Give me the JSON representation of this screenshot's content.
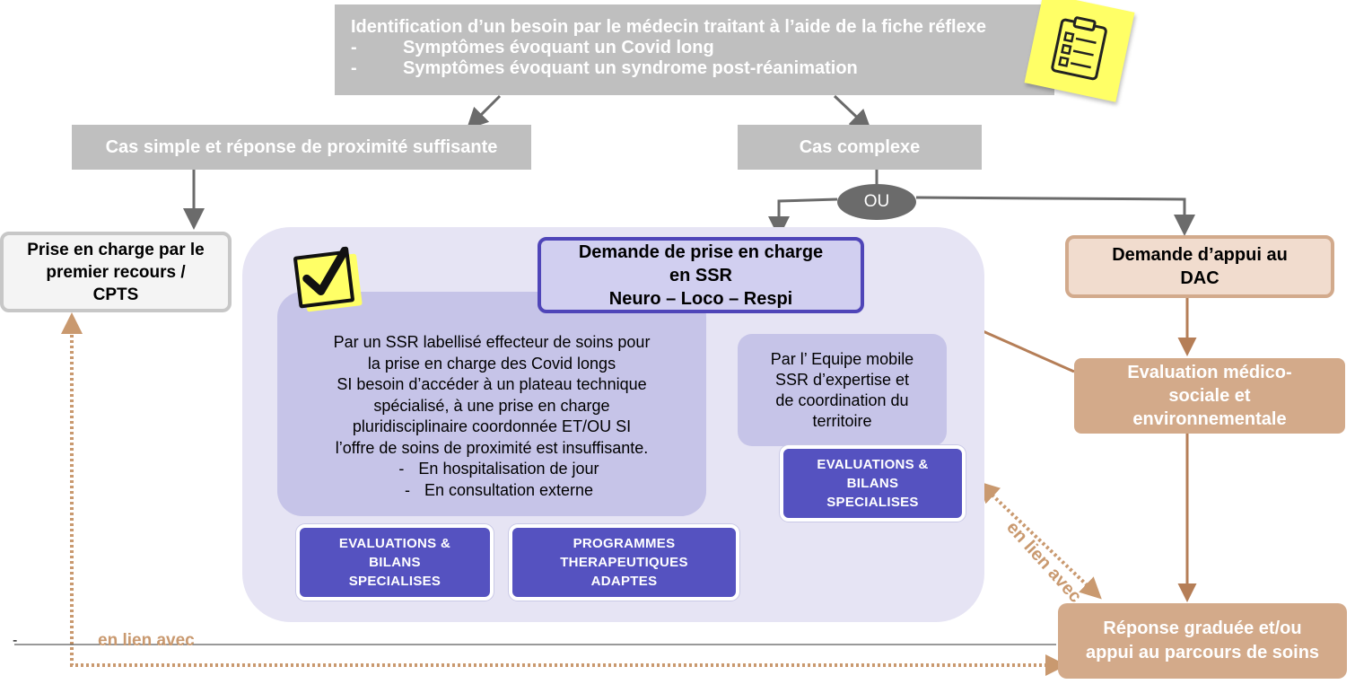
{
  "top": {
    "title": "Identification d’un besoin par le médecin traitant à l’aide de la fiche réflexe",
    "items": [
      "Symptômes évoquant un Covid long",
      "Symptômes évoquant un syndrome post-réanimation"
    ]
  },
  "simple": {
    "label": "Cas simple et réponse de proximité suffisante"
  },
  "complex": {
    "label": "Cas complexe"
  },
  "ou": {
    "label": "OU"
  },
  "prise": {
    "lines": [
      "Prise en charge par le",
      "premier recours /",
      "CPTS"
    ]
  },
  "ssr_request": {
    "lines": [
      "Demande de prise en charge",
      "en SSR",
      "Neuro – Loco – Respi"
    ]
  },
  "ssr_text": {
    "lines": [
      "Par un SSR labellisé effecteur de soins pour",
      "la prise en charge des Covid longs",
      "SI besoin d’accéder à un plateau technique",
      "spécialisé, à une prise en charge",
      "pluridisciplinaire coordonnée ET/OU SI",
      "l’offre de soins de proximité est insuffisante."
    ],
    "items": [
      "En hospitalisation de jour",
      "En consultation externe"
    ]
  },
  "eval_left": {
    "lines": [
      "EVALUATIONS &",
      "BILANS",
      "SPECIALISES"
    ]
  },
  "programmes": {
    "lines": [
      "PROGRAMMES",
      "THERAPEUTIQUES",
      "ADAPTES"
    ]
  },
  "mobile": {
    "lines": [
      "Par l’ Equipe mobile",
      "SSR d’expertise et",
      "de coordination du",
      "territoire"
    ]
  },
  "eval_right": {
    "lines": [
      "EVALUATIONS &",
      "BILANS",
      "SPECIALISES"
    ]
  },
  "dac": {
    "lines": [
      "Demande d’appui au",
      "DAC"
    ]
  },
  "evaluation": {
    "lines": [
      "Evaluation médico-",
      "sociale et",
      "environnementale"
    ]
  },
  "reponse": {
    "lines": [
      "Réponse graduée et/ou",
      "appui au parcours de soins"
    ]
  },
  "links": {
    "left": "en lien avec",
    "right": "en lien avec",
    "stray_dash": "-"
  },
  "colors": {
    "gray": "#bfbfbf",
    "arrow_gray": "#6b6b6b",
    "purple": "#5552c0",
    "purple_border": "#4f45b8",
    "lavender": "#e6e4f4",
    "lilac": "#c6c4e8",
    "tan": "#d3aa8a",
    "tan_light": "#f1dcce",
    "brown_arrow": "#b57e57",
    "dotted": "#c9996f",
    "sticky": "#ffff66"
  },
  "icons": [
    "clipboard-checklist-icon",
    "check-mark-icon"
  ]
}
